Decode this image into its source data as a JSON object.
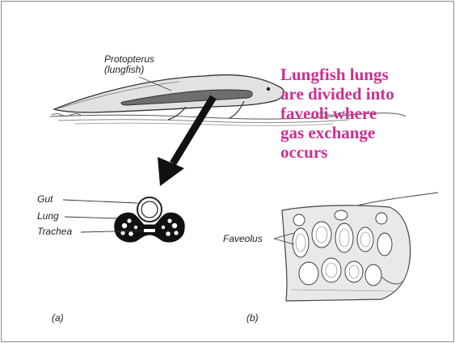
{
  "fish_label": {
    "line1": "Protopterus",
    "line2": "(lungfish)"
  },
  "caption": {
    "lines": [
      "Lungfish lungs",
      "are divided into",
      "faveoli where",
      "gas exchange",
      "occurs"
    ],
    "color": "#cc2f8f"
  },
  "cross_section_labels": {
    "gut": "Gut",
    "lung": "Lung",
    "trachea": "Trachea"
  },
  "faveolus_label": "Faveolus",
  "panel_labels": {
    "a": "(a)",
    "b": "(b)"
  }
}
